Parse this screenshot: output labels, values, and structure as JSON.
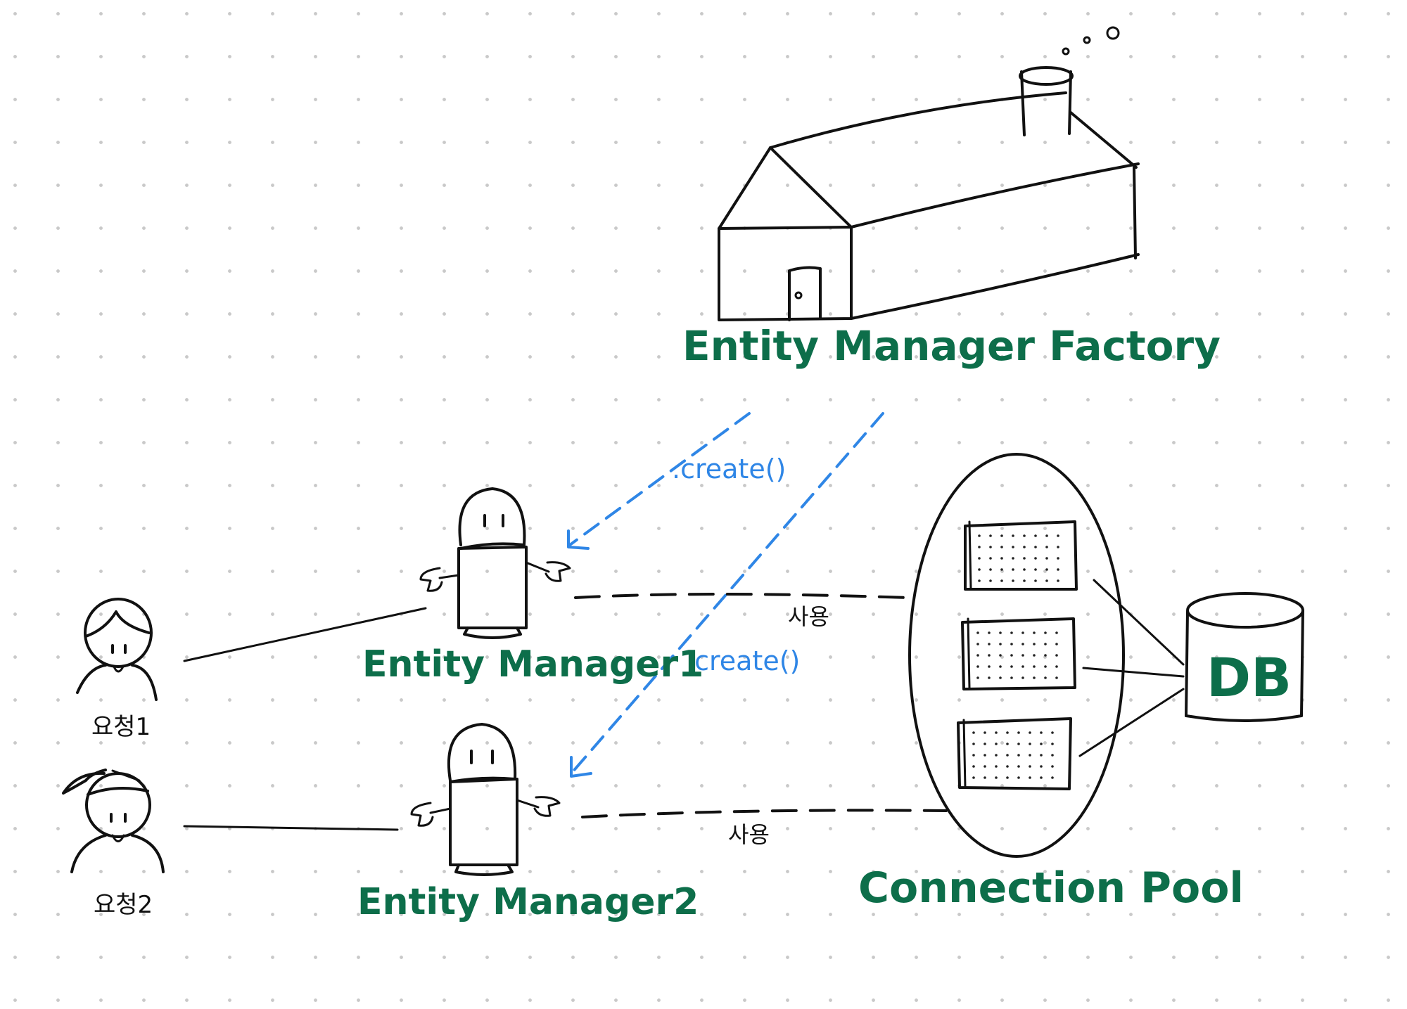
{
  "labels": {
    "factory": "Entity Manager Factory",
    "manager1": "Entity Manager1",
    "manager2": "Entity Manager2",
    "pool": "Connection Pool",
    "db": "DB",
    "request1": "요청1",
    "request2": "요청2",
    "create1": ".create()",
    "create2": ".create()",
    "use1": "사용",
    "use2": "사용"
  },
  "colors": {
    "green_label": "#0d6e4a",
    "blue_arrow": "#2f86e6",
    "ink": "#111111"
  }
}
